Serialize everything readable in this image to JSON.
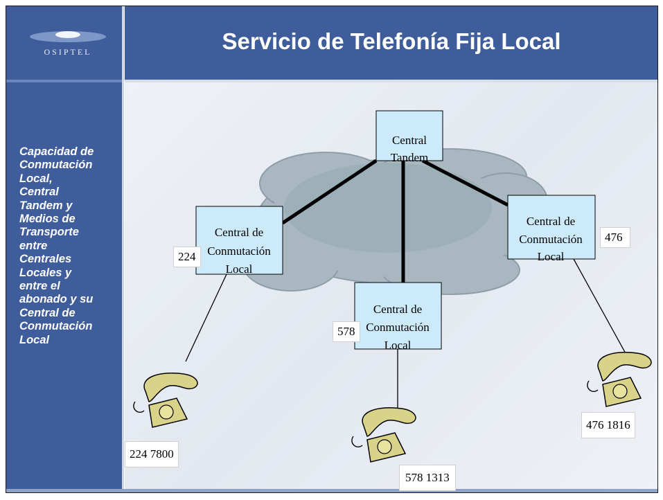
{
  "logo": {
    "text": "OSIPTEL"
  },
  "header": {
    "title": "Servicio de Telefonía Fija Local"
  },
  "sidebar": {
    "text": "Capacidad de\nConmutación\nLocal,\nCentral\nTandem y\nMedios de\nTransporte\nentre\nCentrales\nLocales y\nentre el\nabonado y su\nCentral de\nConmutación\nLocal"
  },
  "diagram": {
    "nodes": [
      {
        "id": "tandem",
        "lines": [
          "Central",
          "Tandem"
        ]
      },
      {
        "id": "local-224",
        "lines": [
          "Central de",
          "Conmutación",
          "Local"
        ]
      },
      {
        "id": "local-578",
        "lines": [
          "Central de",
          "Conmutación",
          "Local"
        ]
      },
      {
        "id": "local-476",
        "lines": [
          "Central de",
          "Conmutación",
          "Local"
        ]
      }
    ],
    "codes": {
      "left": "224",
      "center": "578",
      "right": "476"
    },
    "phones": {
      "left": "224 7800",
      "center": "578 1313",
      "right": "476 1816"
    }
  },
  "colors": {
    "sidebar": "#3f5d9a",
    "node_fill": "#cdeafb",
    "cloud": "#a9b8c0"
  }
}
